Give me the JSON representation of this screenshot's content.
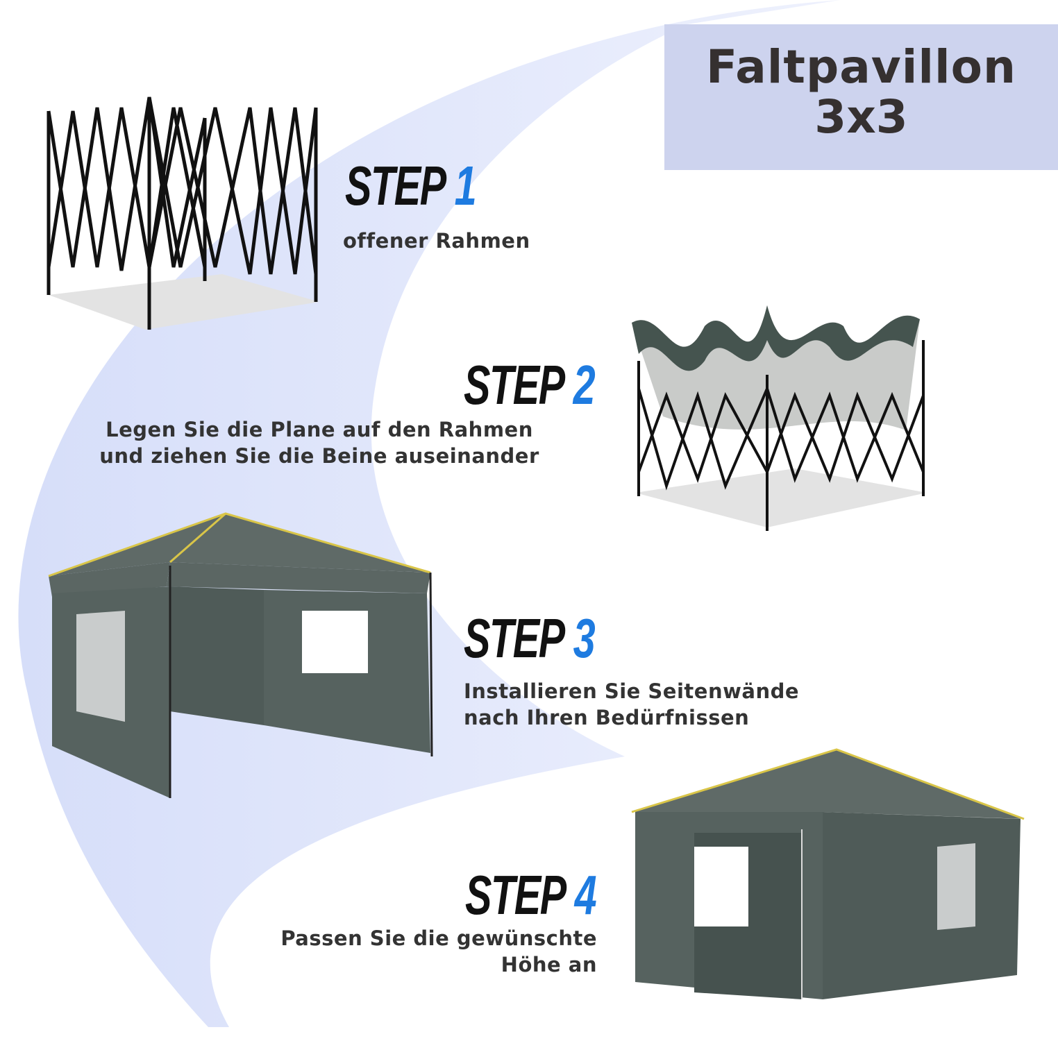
{
  "title": {
    "line1": "Faltpavillon",
    "line2": "3x3"
  },
  "steps": [
    {
      "label": "STEP",
      "number": "1",
      "lines": [
        "offener Rahmen"
      ]
    },
    {
      "label": "STEP",
      "number": "2",
      "lines": [
        "Legen Sie die Plane auf den Rahmen",
        "und ziehen Sie die Beine auseinander"
      ]
    },
    {
      "label": "STEP",
      "number": "3",
      "lines": [
        "Installieren Sie Seitenwände",
        "nach Ihren Bedürfnissen"
      ]
    },
    {
      "label": "STEP",
      "number": "4",
      "lines": [
        "Passen Sie die gewünschte",
        "Höhe an"
      ]
    }
  ],
  "colors": {
    "accent": "#1e7be0",
    "title_bg": "#cdd3ee",
    "arc": "#dfe5fb",
    "tent": "#5b6663"
  }
}
